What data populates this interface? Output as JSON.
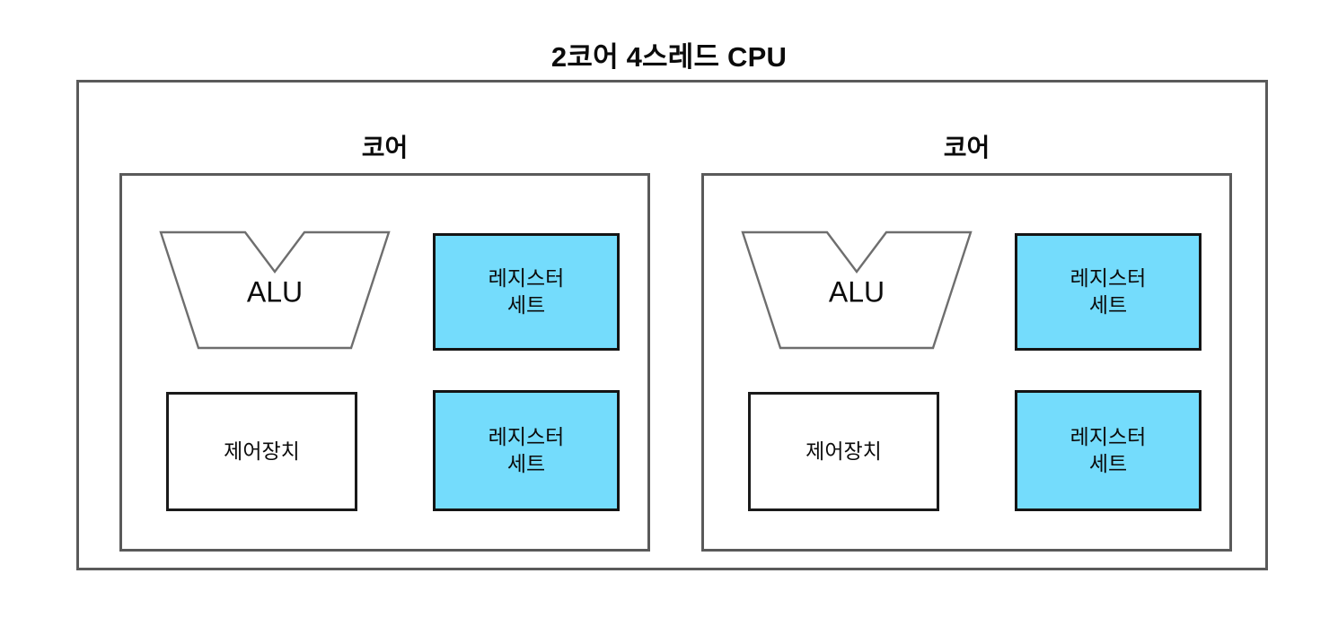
{
  "diagram": {
    "title": "2코어 4스레드 CPU",
    "background_color": "#ffffff",
    "outer_border_color": "#5a5a5a",
    "unit_border_color": "#1a1a1a",
    "register_fill_color": "#74dcfc",
    "text_color": "#0b0b0b"
  },
  "cores": [
    {
      "label": "코어",
      "units": {
        "alu": {
          "label": "ALU",
          "shape": "trapezoid-notched",
          "fill": "none"
        },
        "register_top": {
          "label": "레지스터\n세트",
          "shape": "rectangle",
          "fill": "#74dcfc"
        },
        "control": {
          "label": "제어장치",
          "shape": "rectangle",
          "fill": "none"
        },
        "register_bottom": {
          "label": "레지스터\n세트",
          "shape": "rectangle",
          "fill": "#74dcfc"
        }
      }
    },
    {
      "label": "코어",
      "units": {
        "alu": {
          "label": "ALU",
          "shape": "trapezoid-notched",
          "fill": "none"
        },
        "register_top": {
          "label": "레지스터\n세트",
          "shape": "rectangle",
          "fill": "#74dcfc"
        },
        "control": {
          "label": "제어장치",
          "shape": "rectangle",
          "fill": "none"
        },
        "register_bottom": {
          "label": "레지스터\n세트",
          "shape": "rectangle",
          "fill": "#74dcfc"
        }
      }
    }
  ]
}
